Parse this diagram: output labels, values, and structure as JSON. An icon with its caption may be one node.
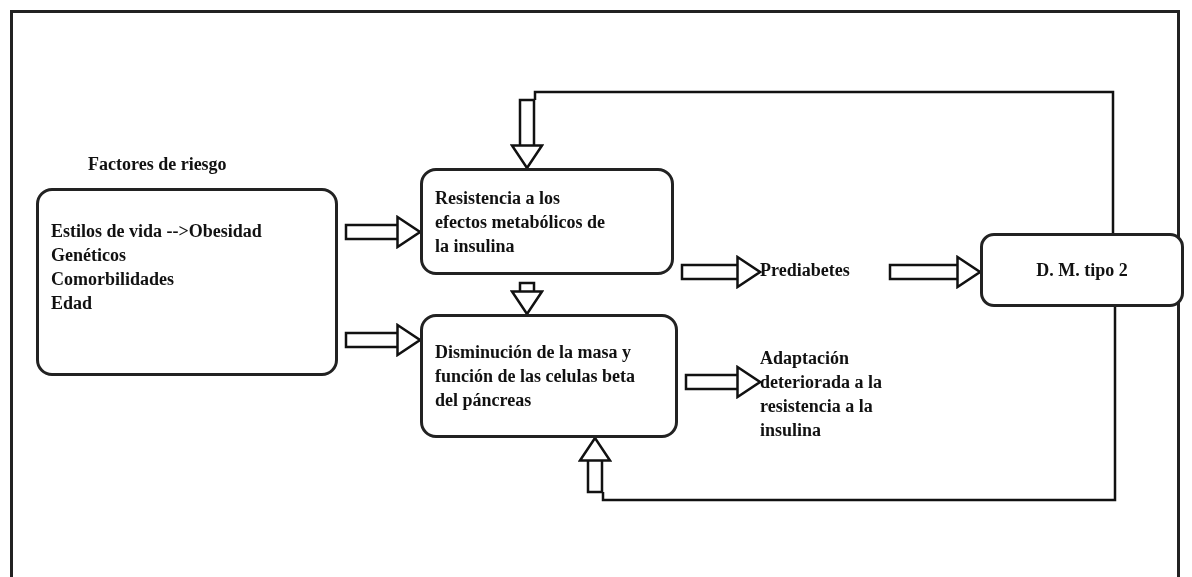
{
  "diagram": {
    "nodes": [
      {
        "text": [
          "Factores de riesgo",
          "Estilos de vida -->Obesidad",
          "Genéticos",
          "Comorbilidades",
          "Edad"
        ]
      },
      {
        "text": [
          "Resistencia a los efectos metabólicos de la insulina"
        ]
      },
      {
        "text": [
          "Disminución de la masa y función de las celulas beta del páncreas"
        ]
      },
      {
        "text": [
          "Prediabetes"
        ]
      },
      {
        "text": [
          "Adaptación deteriorada a la resistencia a la insulina"
        ]
      },
      {
        "text": [
          "D. M. tipo 2"
        ]
      }
    ],
    "edges": [
      {
        "from": 0,
        "to": 1,
        "arrow": "to"
      },
      {
        "from": 0,
        "to": 2,
        "arrow": "to"
      },
      {
        "from": 1,
        "to": 2,
        "arrow": "to"
      },
      {
        "from": 1,
        "to": 3,
        "arrow": "to"
      },
      {
        "from": 2,
        "to": 4,
        "arrow": "to"
      },
      {
        "from": 3,
        "to": 5,
        "arrow": "to"
      },
      {
        "from": 5,
        "to": 1,
        "arrow": "to"
      },
      {
        "from": 5,
        "to": 2,
        "arrow": "to"
      }
    ]
  }
}
